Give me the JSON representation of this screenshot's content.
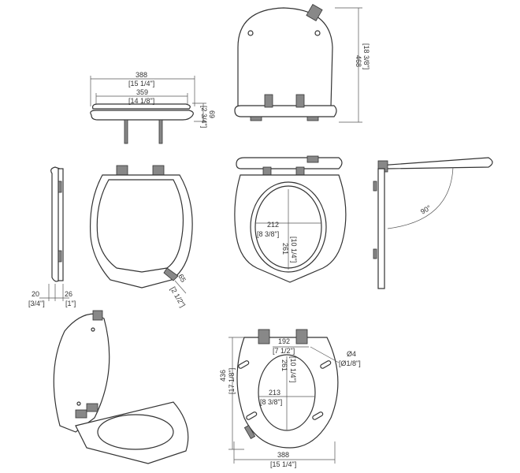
{
  "dimensions": {
    "side_width": {
      "mm": "388",
      "in": "[15 1/4\"]"
    },
    "side_inner": {
      "mm": "359",
      "in": "[14 1/8\"]"
    },
    "side_height": {
      "mm": "69",
      "in": "[2 3/4\"]"
    },
    "top_height": {
      "mm": "468",
      "in": "[18 3/8\"]"
    },
    "open_width": {
      "mm": "212",
      "in": "[8 3/8\"]"
    },
    "open_length": {
      "mm": "261",
      "in": "[10 1/4\"]"
    },
    "profile_a": {
      "mm": "20",
      "in": "[3/4\"]"
    },
    "profile_b": {
      "mm": "26",
      "in": "[1\"]"
    },
    "hinge_pad": {
      "mm": "65",
      "in": "[2 1/2\"]"
    },
    "angle": "90°",
    "hinge_spacing": {
      "mm": "192",
      "in": "[7 1/2\"]"
    },
    "hole": {
      "mm": "Ø4",
      "in": "[Ø1/8\"]"
    },
    "bottom_open_length": {
      "mm": "261",
      "in": "[10 1/4\"]"
    },
    "bottom_open_width": {
      "mm": "213",
      "in": "[8 3/8\"]"
    },
    "bottom_length": {
      "mm": "436",
      "in": "[17 1/8\"]"
    },
    "bottom_width": {
      "mm": "388",
      "in": "[15 1/4\"]"
    }
  }
}
